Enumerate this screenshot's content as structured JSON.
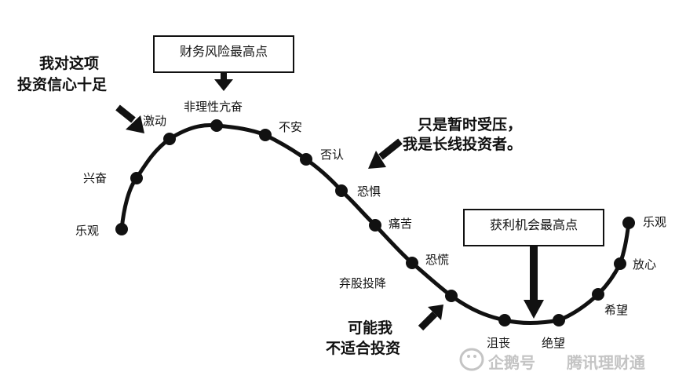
{
  "stages": [
    {
      "label": "乐观"
    },
    {
      "label": "兴奋"
    },
    {
      "label": "激动"
    },
    {
      "label": "非理性亢奋"
    },
    {
      "label": "不安"
    },
    {
      "label": "否认"
    },
    {
      "label": "恐惧"
    },
    {
      "label": "痛苦"
    },
    {
      "label": "恐慌"
    },
    {
      "label": "弃股投降"
    },
    {
      "label": "沮丧"
    },
    {
      "label": "绝望"
    },
    {
      "label": "希望"
    },
    {
      "label": "放心"
    },
    {
      "label": "乐观"
    }
  ],
  "boxes": {
    "risk_peak": "财务风险最高点",
    "profit_peak": "获利机会最高点"
  },
  "callouts": {
    "confidence_line1": "我对这项",
    "confidence_line2": "投资信心十足",
    "temporary_line1": "只是暂时受压，",
    "temporary_line2": "我是长线投资者。",
    "unsuitable_line1": "可能我",
    "unsuitable_line2": "不适合投资"
  },
  "watermark": {
    "brand": "企鹅号",
    "account": "腾讯理财通"
  },
  "colors": {
    "ink": "#111111",
    "watermark": "#c4c4c4"
  }
}
